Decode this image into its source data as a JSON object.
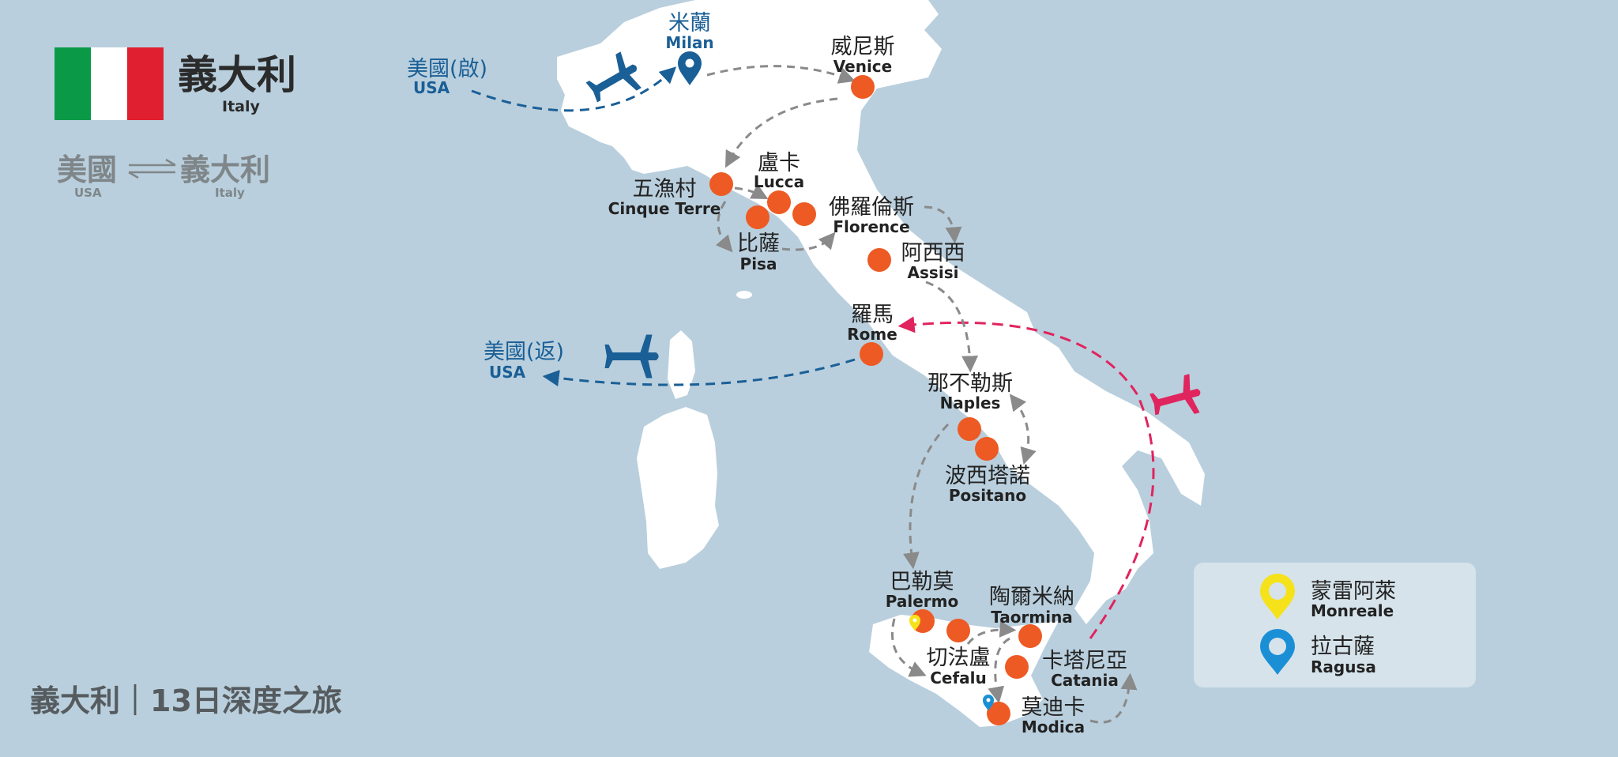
{
  "header": {
    "title_zh": "義大利",
    "title_en": "Italy",
    "flag_colors": [
      "#0a9a47",
      "#ffffff",
      "#e02030"
    ]
  },
  "route_badge": {
    "from_zh": "美國",
    "from_en": "USA",
    "to_zh": "義大利",
    "to_en": "Italy"
  },
  "footer": {
    "tour_title": "義大利｜13日深度之旅"
  },
  "flights": {
    "depart_zh": "美國(啟)",
    "depart_en": "USA",
    "return_zh": "美國(返)",
    "return_en": "USA"
  },
  "places": {
    "milan": {
      "zh": "米蘭",
      "en": "Milan"
    },
    "venice": {
      "zh": "威尼斯",
      "en": "Venice"
    },
    "cinque_terre": {
      "zh": "五漁村",
      "en": "Cinque Terre"
    },
    "lucca": {
      "zh": "盧卡",
      "en": "Lucca"
    },
    "florence": {
      "zh": "佛羅倫斯",
      "en": "Florence"
    },
    "pisa": {
      "zh": "比薩",
      "en": "Pisa"
    },
    "assisi": {
      "zh": "阿西西",
      "en": "Assisi"
    },
    "rome": {
      "zh": "羅馬",
      "en": "Rome"
    },
    "naples": {
      "zh": "那不勒斯",
      "en": "Naples"
    },
    "positano": {
      "zh": "波西塔諾",
      "en": "Positano"
    },
    "palermo": {
      "zh": "巴勒莫",
      "en": "Palermo"
    },
    "taormina": {
      "zh": "陶爾米納",
      "en": "Taormina"
    },
    "cefalu": {
      "zh": "切法盧",
      "en": "Cefalu"
    },
    "catania": {
      "zh": "卡塔尼亞",
      "en": "Catania"
    },
    "modica": {
      "zh": "莫迪卡",
      "en": "Modica"
    }
  },
  "legend": {
    "items": [
      {
        "zh": "蒙雷阿萊",
        "en": "Monreale",
        "color": "#f5e21a"
      },
      {
        "zh": "拉古薩",
        "en": "Ragusa",
        "color": "#1a8fd6"
      }
    ]
  },
  "colors": {
    "sea": "#b9cfdd",
    "land": "#ffffff",
    "stop": "#ee5a24",
    "route": "#8a8a8a",
    "flight_blue": "#1a5f96",
    "flight_red": "#e0245e"
  }
}
